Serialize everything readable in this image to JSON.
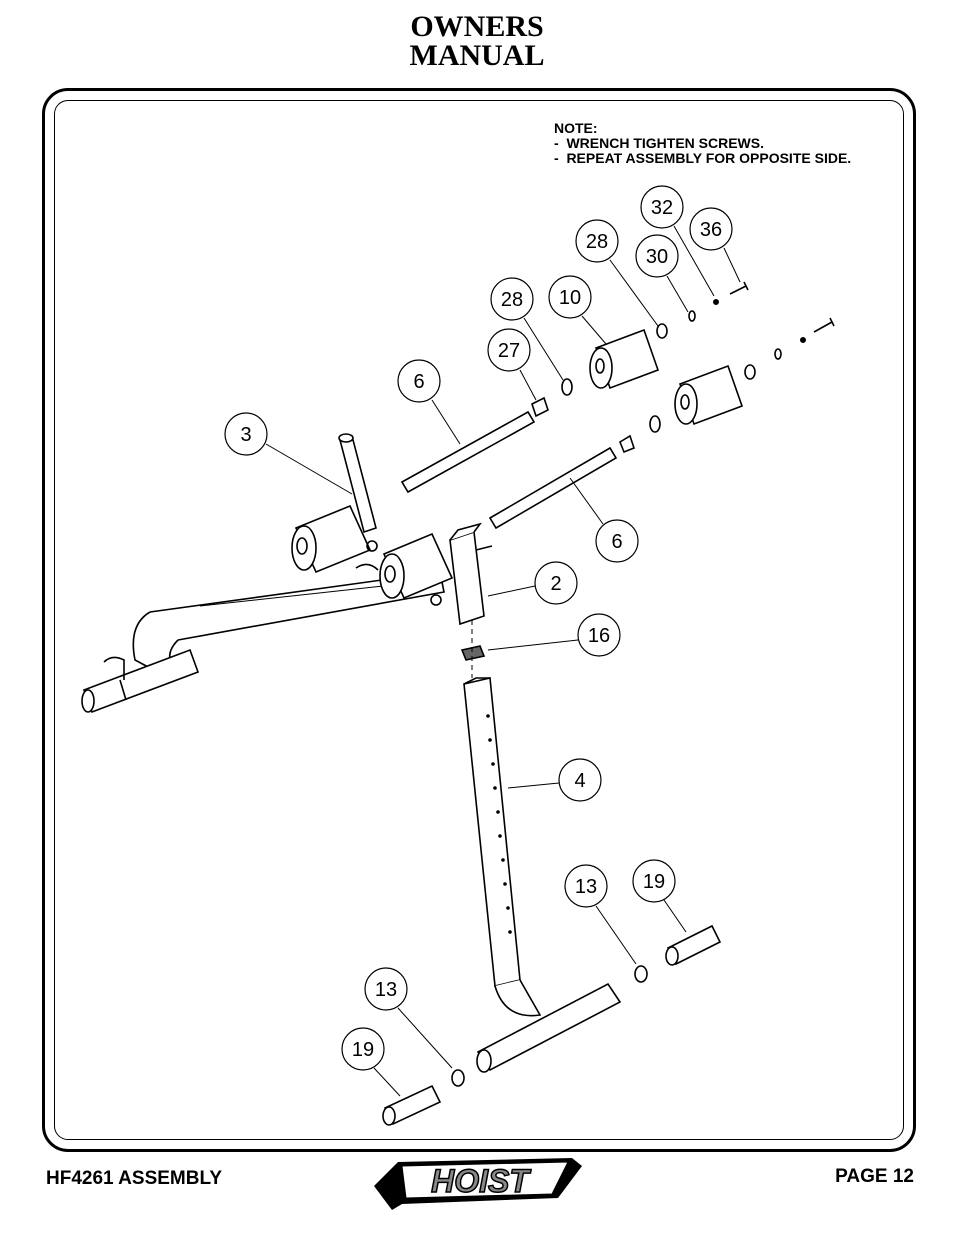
{
  "header": {
    "line1": "OWNERS",
    "line2": "MANUAL"
  },
  "note": {
    "title": "NOTE:",
    "lines": [
      "-  WRENCH TIGHTEN SCREWS.",
      "-  REPEAT ASSEMBLY FOR OPPOSITE SIDE."
    ]
  },
  "callouts": [
    "32",
    "36",
    "28",
    "30",
    "28",
    "10",
    "27",
    "6",
    "3",
    "6",
    "2",
    "16",
    "4",
    "13",
    "19",
    "13",
    "19"
  ],
  "footer": {
    "left": "HF4261 ASSEMBLY",
    "logo": "HOIST",
    "right": "PAGE 12"
  }
}
